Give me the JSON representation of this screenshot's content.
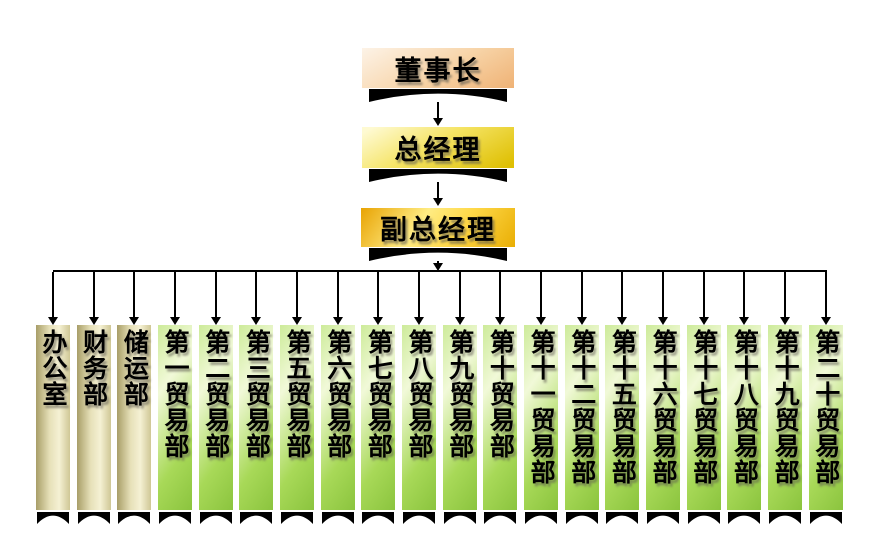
{
  "chart": {
    "type": "org-chart",
    "levels": [
      {
        "label": "董事长"
      },
      {
        "label": "总经理"
      },
      {
        "label": "副总经理"
      }
    ],
    "departments": [
      {
        "label": "办公室",
        "type": "admin"
      },
      {
        "label": "财务部",
        "type": "admin"
      },
      {
        "label": "储运部",
        "type": "admin"
      },
      {
        "label": "第一贸易部",
        "type": "trade"
      },
      {
        "label": "第二贸易部",
        "type": "trade"
      },
      {
        "label": "第三贸易部",
        "type": "trade"
      },
      {
        "label": "第五贸易部",
        "type": "trade"
      },
      {
        "label": "第六贸易部",
        "type": "trade"
      },
      {
        "label": "第七贸易部",
        "type": "trade"
      },
      {
        "label": "第八贸易部",
        "type": "trade"
      },
      {
        "label": "第九贸易部",
        "type": "trade"
      },
      {
        "label": "第十贸易部",
        "type": "trade"
      },
      {
        "label": "第十一贸易部",
        "type": "trade"
      },
      {
        "label": "第十二贸易部",
        "type": "trade"
      },
      {
        "label": "第十五贸易部",
        "type": "trade"
      },
      {
        "label": "第十六贸易部",
        "type": "trade"
      },
      {
        "label": "第十七贸易部",
        "type": "trade"
      },
      {
        "label": "第十八贸易部",
        "type": "trade"
      },
      {
        "label": "第十九贸易部",
        "type": "trade"
      },
      {
        "label": "第二十贸易部",
        "type": "trade"
      }
    ]
  },
  "colors": {
    "peach-light": "#fdf3e7",
    "peach-dark": "#efb275",
    "yellow-light": "#fefad2",
    "yellow-dark": "#dfc004",
    "gold-light": "#ffec84",
    "gold-dark": "#e8a303",
    "tan-light": "#f5f1d4",
    "tan-dark": "#a89e68",
    "green-light": "#f1f9d8",
    "green-dark": "#8bc43e",
    "line": "#000000",
    "text": "#000000"
  }
}
